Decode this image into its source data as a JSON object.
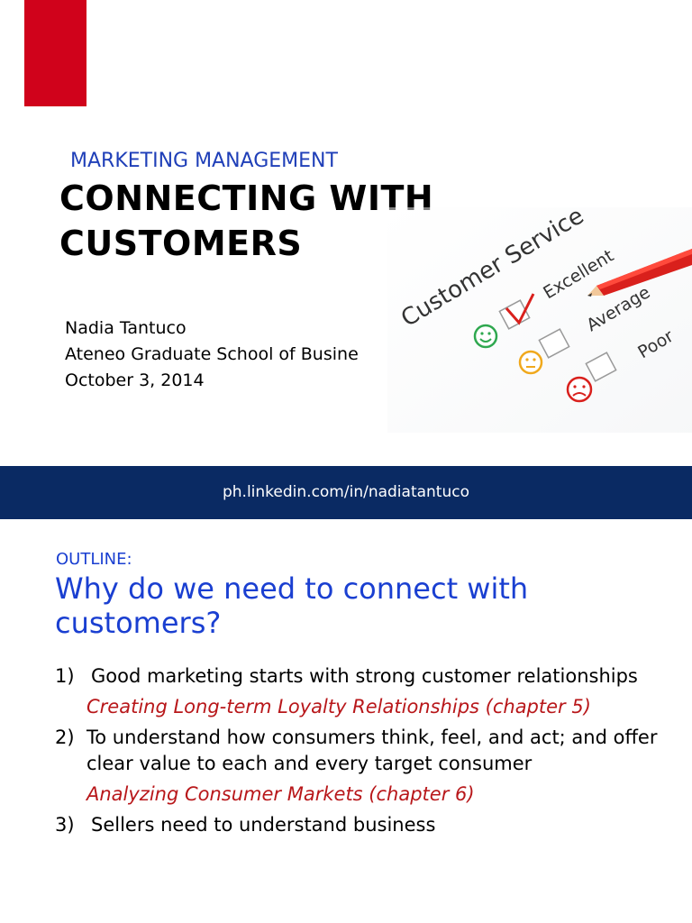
{
  "slide1": {
    "subtitle": "MARKETING MANAGEMENT",
    "title_line1": "CONNECTING WITH",
    "title_line2": "CUSTOMERS",
    "author": "Nadia Tantuco",
    "school": "Ateneo Graduate School of Busine",
    "date": "October 3, 2014",
    "illustration": {
      "heading": "Customer Service",
      "options": [
        "Excellent",
        "Average",
        "Poor"
      ],
      "pencil_color": "#d9201c",
      "check_color": "#d9201c"
    }
  },
  "footer": {
    "link": "ph.linkedin.com/in/nadiatantuco",
    "band_color": "#0a2a63"
  },
  "slide2": {
    "outline_label": "OUTLINE:",
    "heading": "Why do we need to connect with customers?",
    "items": [
      {
        "num": "1)",
        "text": "Good marketing starts with strong customer relationships",
        "ref": "Creating Long-term Loyalty Relationships (chapter 5)"
      },
      {
        "num": "2)",
        "text": "To understand how consumers think, feel, and act; and offer clear value to each and every target consumer",
        "ref": "Analyzing Consumer Markets (chapter 6)"
      },
      {
        "num": "3)",
        "text": "Sellers need to understand business"
      }
    ]
  },
  "colors": {
    "accent_red": "#d0021b",
    "title_blue": "#1f3fb8",
    "reference_red": "#b8171a"
  }
}
